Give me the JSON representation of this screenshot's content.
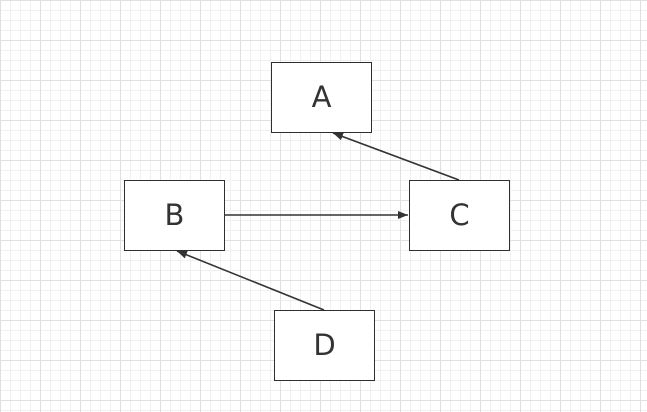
{
  "diagram": {
    "nodes": [
      {
        "id": "A",
        "label": "A"
      },
      {
        "id": "B",
        "label": "B"
      },
      {
        "id": "C",
        "label": "C"
      },
      {
        "id": "D",
        "label": "D"
      }
    ],
    "edges": [
      {
        "from": "B",
        "to": "C"
      },
      {
        "from": "C",
        "to": "A"
      },
      {
        "from": "D",
        "to": "B"
      }
    ],
    "colors": {
      "stroke": "#333333",
      "node_fill": "#ffffff",
      "grid_major": "#e0e0e0",
      "grid_minor": "#f0f0f0"
    }
  }
}
